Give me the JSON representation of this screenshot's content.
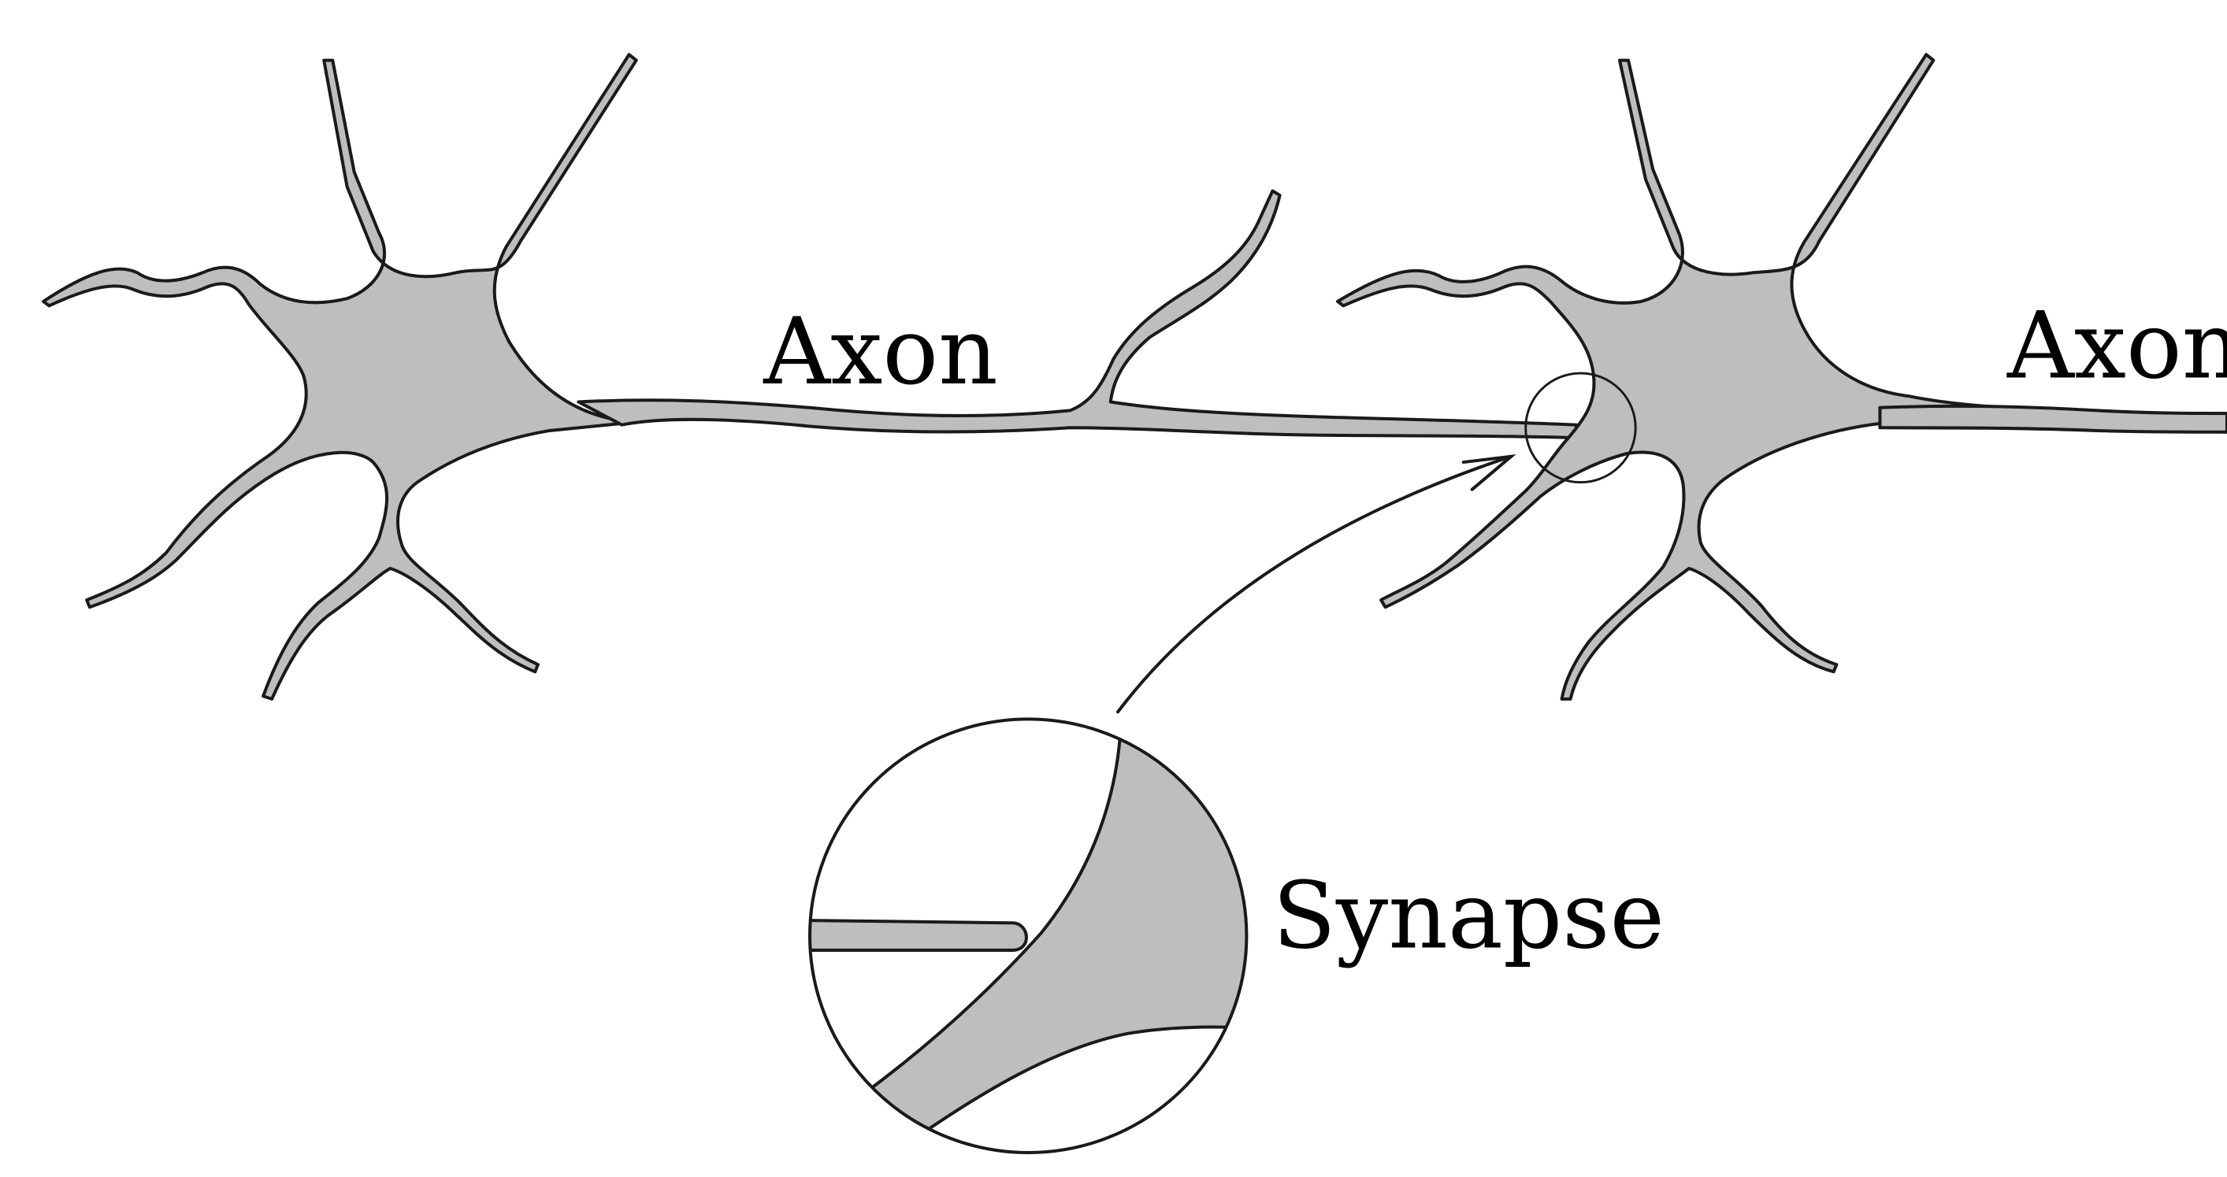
{
  "labels": {
    "axon_left": "Axon",
    "axon_right": "Axon",
    "synapse": "Synapse"
  },
  "colors": {
    "cell_fill": "#bebebe",
    "outline": "#1a1a1a",
    "background": "#ffffff",
    "text": "#000000"
  }
}
